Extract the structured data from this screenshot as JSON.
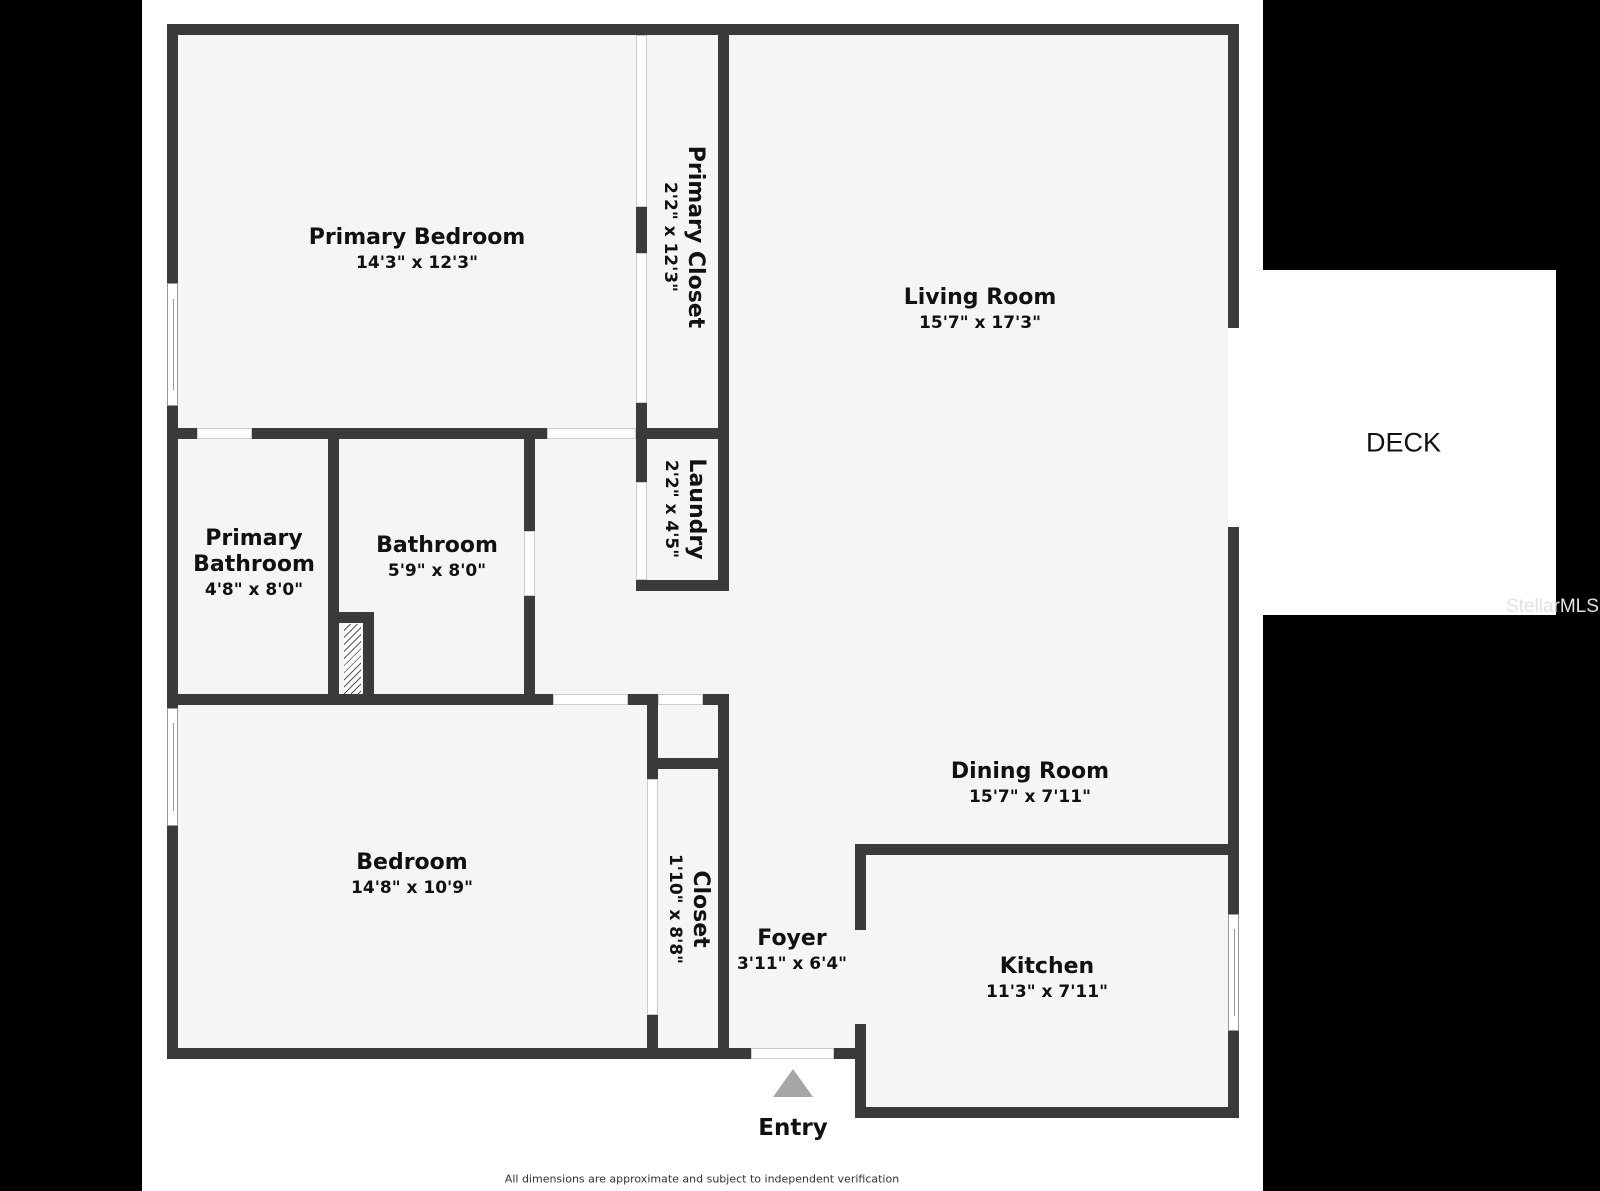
{
  "floorplan": {
    "rooms": [
      {
        "name": "Primary Bedroom",
        "dimensions": "14'3\" x 12'3\""
      },
      {
        "name": "Primary Closet",
        "dimensions": "2'2\" x 12'3\""
      },
      {
        "name": "Living Room",
        "dimensions": "15'7\" x 17'3\""
      },
      {
        "name": "Laundry",
        "dimensions": "2'2\" x 4'5\""
      },
      {
        "name": "Primary Bathroom",
        "dimensions": "4'8\" x 8'0\""
      },
      {
        "name": "Bathroom",
        "dimensions": "5'9\" x 8'0\""
      },
      {
        "name": "Dining Room",
        "dimensions": "15'7\" x 7'11\""
      },
      {
        "name": "Bedroom",
        "dimensions": "14'8\" x 10'9\""
      },
      {
        "name": "Closet",
        "dimensions": "1'10\" x 8'8\""
      },
      {
        "name": "Foyer",
        "dimensions": "3'11\" x 6'4\""
      },
      {
        "name": "Kitchen",
        "dimensions": "11'3\" x 7'11\""
      }
    ],
    "primary_bathroom_name_line1": "Primary",
    "primary_bathroom_name_line2": "Bathroom",
    "deck_label": "DECK",
    "entry_label": "Entry",
    "disclaimer": "All dimensions are approximate and subject to independent verification",
    "watermark": "StellarMLS",
    "colors": {
      "wall": "#3a3a3a",
      "floor": "#f5f5f5",
      "background": "#000000",
      "entry_arrow": "#a6a6a6"
    }
  }
}
